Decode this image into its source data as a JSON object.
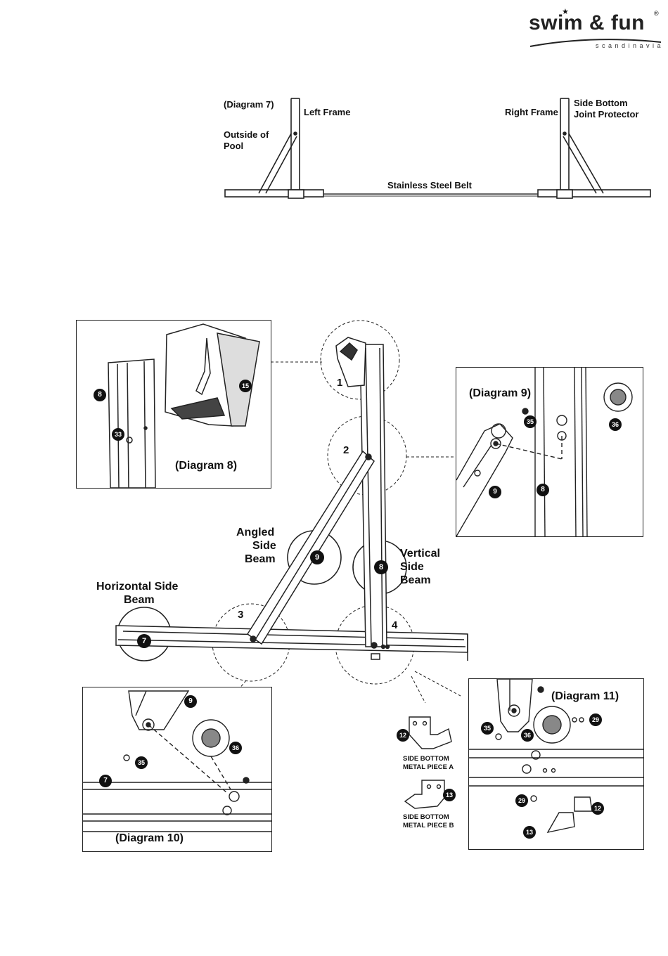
{
  "brand": {
    "name": "swim & fun",
    "sub": "scandinavia",
    "reg": "®"
  },
  "diagram7": {
    "caption": "(Diagram 7)",
    "left_frame": "Left Frame",
    "outside_pool_1": "Outside of",
    "outside_pool_2": "Pool",
    "right_frame": "Right Frame",
    "joint_protector_1": "Side Bottom",
    "joint_protector_2": "Joint Protector",
    "belt": "Stainless Steel Belt"
  },
  "main": {
    "angled_1": "Angled",
    "angled_2": "Side",
    "angled_3": "Beam",
    "vertical_1": "Vertical",
    "vertical_2": "Side",
    "vertical_3": "Beam",
    "horizontal_1": "Horizontal Side",
    "horizontal_2": "Beam",
    "step_1": "1",
    "step_2": "2",
    "step_3": "3",
    "step_4": "4",
    "part_9": "9",
    "part_8": "8",
    "part_7": "7"
  },
  "diagram8": {
    "caption": "(Diagram 8)",
    "p8": "8",
    "p33": "33",
    "p15": "15"
  },
  "diagram9": {
    "caption": "(Diagram 9)",
    "p35": "35",
    "p36": "36",
    "p9": "9",
    "p8": "8"
  },
  "diagram10": {
    "caption": "(Diagram 10)",
    "p9": "9",
    "p36": "36",
    "p35": "35",
    "p7": "7"
  },
  "diagram11": {
    "caption": "(Diagram 11)",
    "p35": "35",
    "p36": "36",
    "p29a": "29",
    "p29b": "29",
    "p12": "12",
    "p13": "13"
  },
  "metal_pieces": {
    "a_1": "SIDE BOTTOM",
    "a_2": "METAL PIECE A",
    "b_1": "SIDE BOTTOM",
    "b_2": "METAL PIECE B",
    "p12": "12",
    "p13": "13"
  }
}
